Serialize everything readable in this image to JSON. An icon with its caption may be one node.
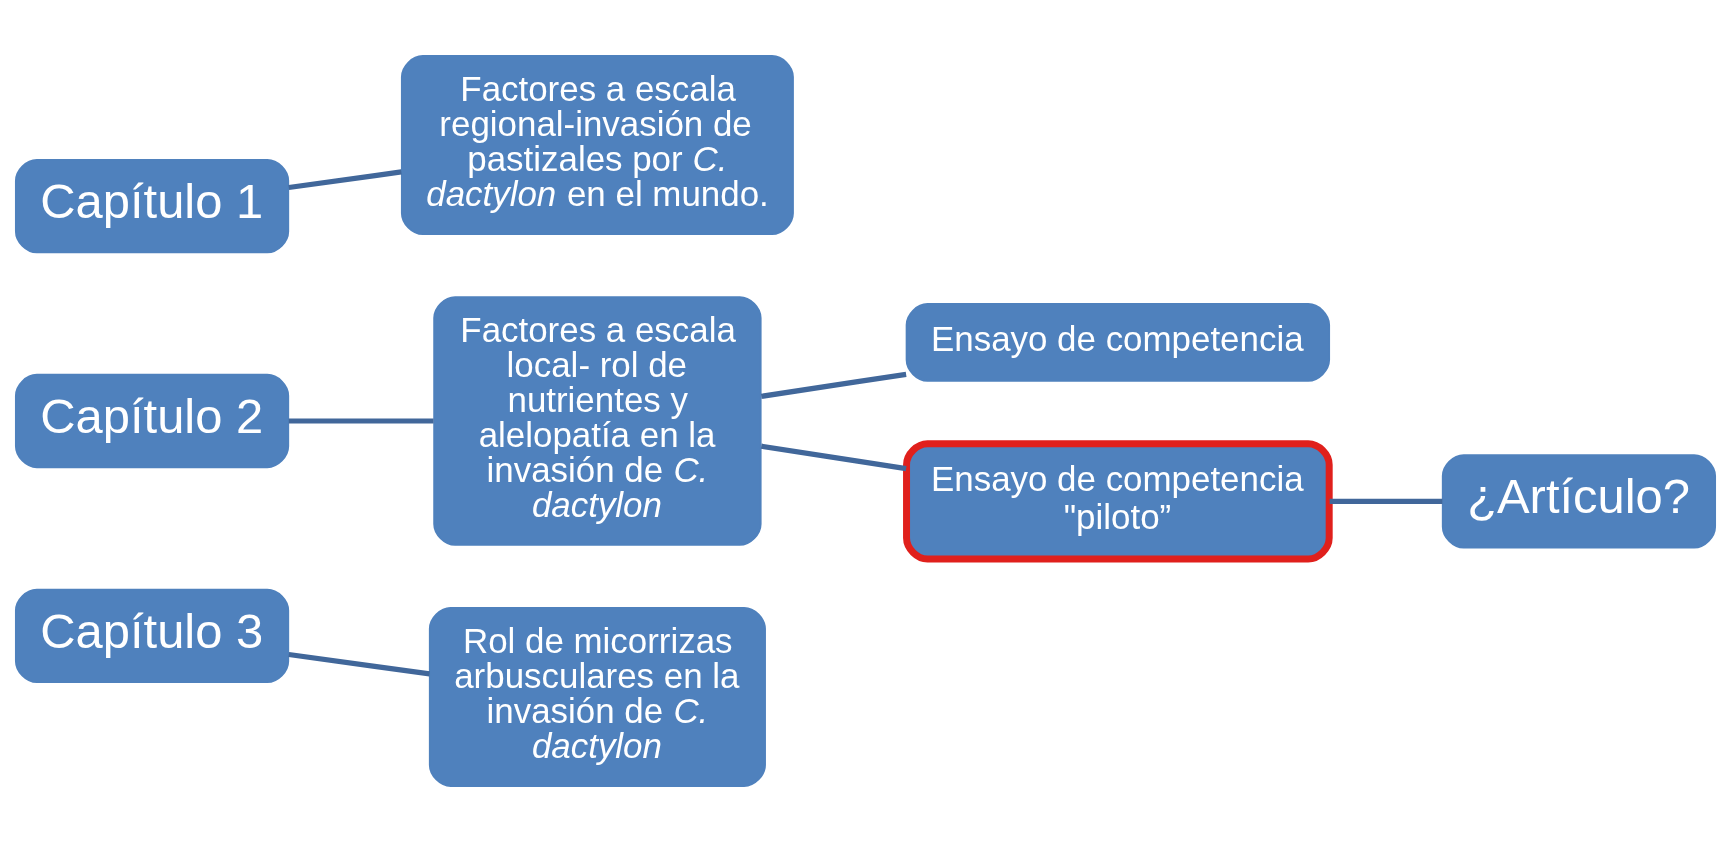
{
  "diagram": {
    "nodes": [
      {
        "text": [
          "Capítulo 1"
        ]
      },
      {
        "text": [
          "Factores a escala regional-invasión de pastizales por *C. dactylon* en el mundo."
        ]
      },
      {
        "text": [
          "Capítulo 2"
        ]
      },
      {
        "text": [
          "Factores a escala local- rol de nutrientes y alelopatía en la invasión de *C. dactylon*"
        ]
      },
      {
        "text": [
          "Ensayo de competencia"
        ]
      },
      {
        "text": [
          "Ensayo de competencia \"piloto”"
        ]
      },
      {
        "text": [
          "¿Artículo?"
        ]
      },
      {
        "text": [
          "Capítulo 3"
        ]
      },
      {
        "text": [
          "Rol de micorrizas arbusculares en la invasión de *C. dactylon*"
        ]
      }
    ],
    "edges": [
      {
        "from": 0,
        "to": 1,
        "arrow": "none"
      },
      {
        "from": 2,
        "to": 3,
        "arrow": "none"
      },
      {
        "from": 3,
        "to": 4,
        "arrow": "none"
      },
      {
        "from": 3,
        "to": 5,
        "arrow": "none"
      },
      {
        "from": 5,
        "to": 6,
        "arrow": "none"
      },
      {
        "from": 7,
        "to": 8,
        "arrow": "none"
      }
    ]
  }
}
